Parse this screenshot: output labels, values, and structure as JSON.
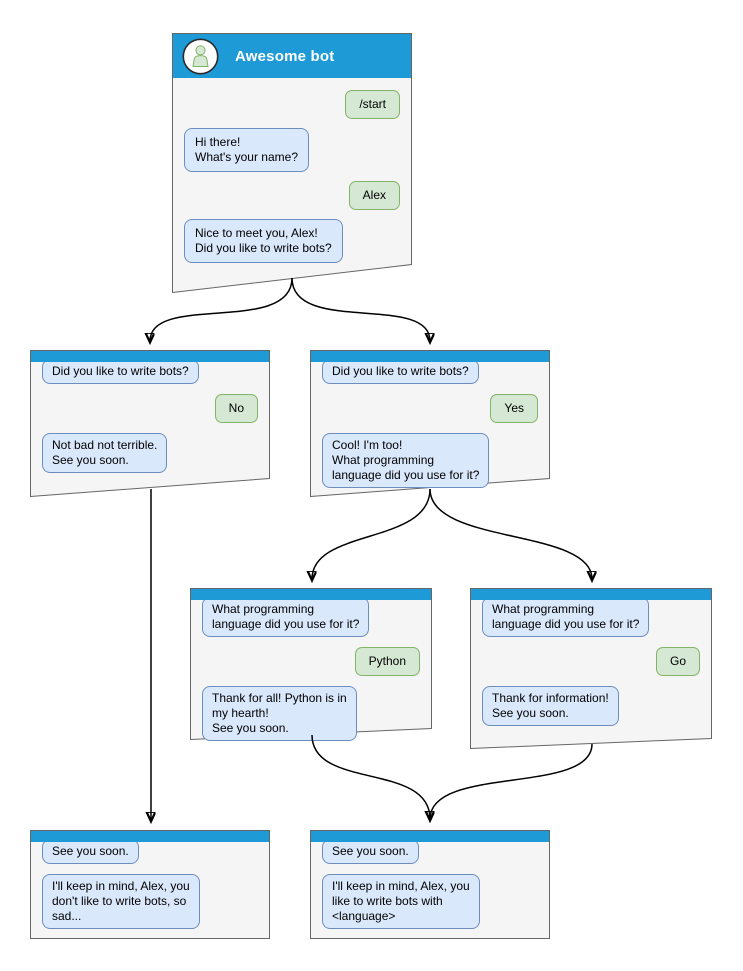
{
  "app": {
    "title": "Awesome bot"
  },
  "colors": {
    "titlebar_blue": "#1e9ad6",
    "window_fill": "#f5f5f5",
    "window_border": "#666666",
    "bot_bubble_fill": "#dae8fc",
    "bot_bubble_border": "#6c8ebf",
    "user_bubble_fill": "#d5e8d4",
    "user_bubble_border": "#82b366",
    "arrow": "#000000",
    "title_text": "#ffffff"
  },
  "windows": {
    "main": {
      "header": {
        "title": "Awesome bot",
        "avatar_icon": "person-icon"
      },
      "messages": [
        {
          "from": "user",
          "text": "/start"
        },
        {
          "from": "bot",
          "text": "Hi there!\nWhat's your name?"
        },
        {
          "from": "user",
          "text": "Alex"
        },
        {
          "from": "bot",
          "text": "Nice to meet you, Alex!\nDid you like to write bots?"
        }
      ]
    },
    "branch_no": {
      "messages": [
        {
          "from": "bot",
          "text": "Did you like to write bots?"
        },
        {
          "from": "user",
          "text": "No"
        },
        {
          "from": "bot",
          "text": "Not bad not terrible.\nSee you soon."
        }
      ]
    },
    "branch_yes": {
      "messages": [
        {
          "from": "bot",
          "text": "Did you like to write bots?"
        },
        {
          "from": "user",
          "text": "Yes"
        },
        {
          "from": "bot",
          "text": "Cool! I'm too!\nWhat programming\nlanguage did you use for it?"
        }
      ]
    },
    "branch_python": {
      "messages": [
        {
          "from": "bot",
          "text": "What programming\nlanguage did you use for it?"
        },
        {
          "from": "user",
          "text": "Python"
        },
        {
          "from": "bot",
          "text": "Thank for all! Python is in\nmy hearth!\nSee you soon."
        }
      ]
    },
    "branch_go": {
      "messages": [
        {
          "from": "bot",
          "text": "What programming\nlanguage did you use for it?"
        },
        {
          "from": "user",
          "text": "Go"
        },
        {
          "from": "bot",
          "text": "Thank for information!\nSee you soon."
        }
      ]
    },
    "final_no": {
      "messages": [
        {
          "from": "bot",
          "text": "See you soon."
        },
        {
          "from": "bot",
          "text": "I'll keep in mind, Alex, you\ndon't like to write bots, so\nsad..."
        }
      ]
    },
    "final_yes": {
      "messages": [
        {
          "from": "bot",
          "text": "See you soon."
        },
        {
          "from": "bot",
          "text": "I'll keep in mind, Alex, you\nlike to write bots with\n<language>"
        }
      ]
    }
  },
  "connections": [
    {
      "from": "main",
      "to": "branch_no"
    },
    {
      "from": "main",
      "to": "branch_yes"
    },
    {
      "from": "branch_no",
      "to": "final_no"
    },
    {
      "from": "branch_yes",
      "to": "branch_python"
    },
    {
      "from": "branch_yes",
      "to": "branch_go"
    },
    {
      "from": "branch_python",
      "to": "final_yes"
    },
    {
      "from": "branch_go",
      "to": "final_yes"
    }
  ]
}
